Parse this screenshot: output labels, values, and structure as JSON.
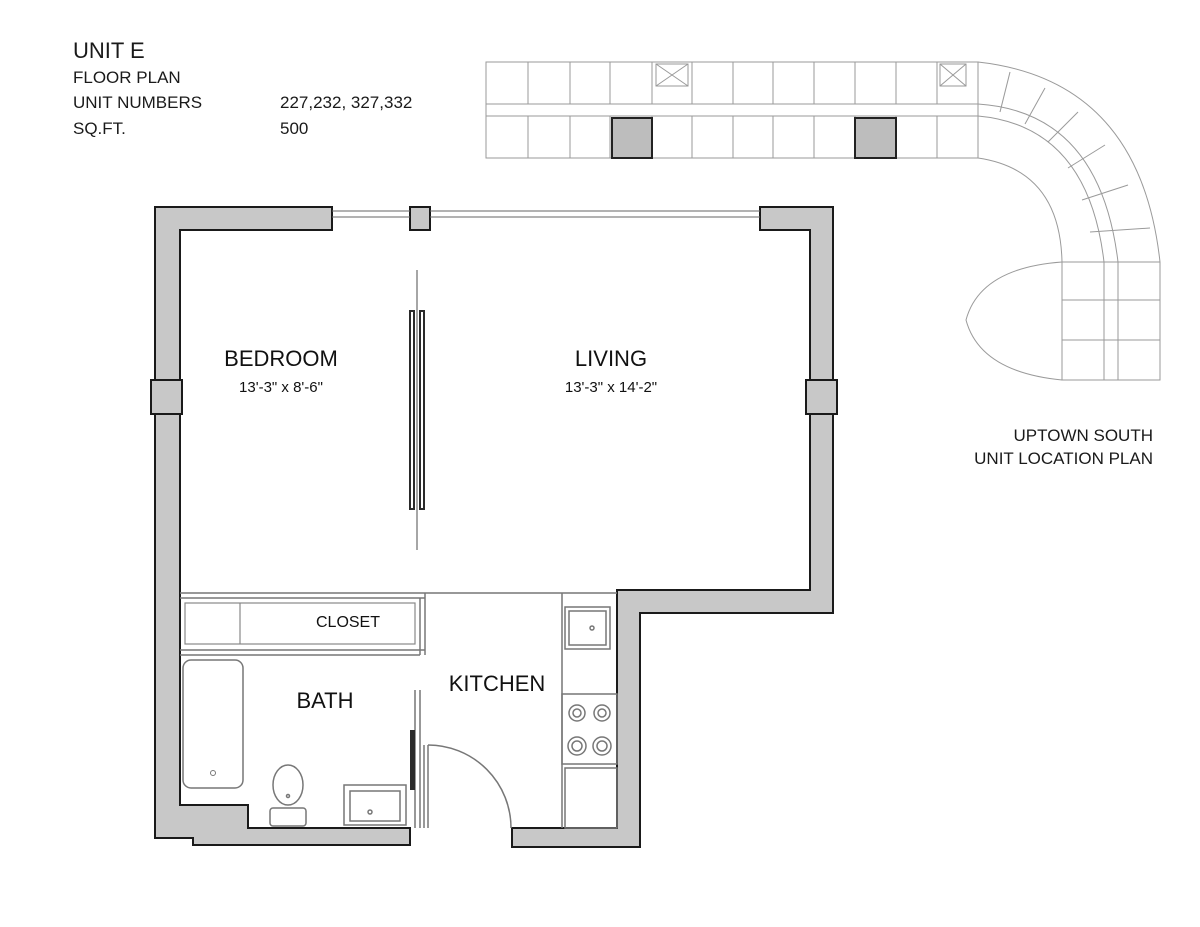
{
  "unit": {
    "title": "UNIT E",
    "subtitle": "FLOOR PLAN",
    "unit_numbers_label": "UNIT NUMBERS",
    "unit_numbers_value": "227,232, 327,332",
    "sqft_label": "SQ.FT.",
    "sqft_value": "500"
  },
  "rooms": {
    "bedroom": {
      "name": "BEDROOM",
      "dims": "13'-3\" x 8'-6\""
    },
    "living": {
      "name": "LIVING",
      "dims": "13'-3\" x 14'-2\""
    },
    "closet": {
      "name": "CLOSET"
    },
    "bath": {
      "name": "BATH"
    },
    "kitchen": {
      "name": "KITCHEN"
    }
  },
  "location_plan": {
    "line1": "UPTOWN SOUTH",
    "line2": "UNIT LOCATION PLAN"
  },
  "colors": {
    "wall_fill": "#c8c8c8",
    "wall_stroke": "#1a1a1a",
    "highlight_unit": "#bdbdbd",
    "plan_lines": "#9a9a9a"
  }
}
